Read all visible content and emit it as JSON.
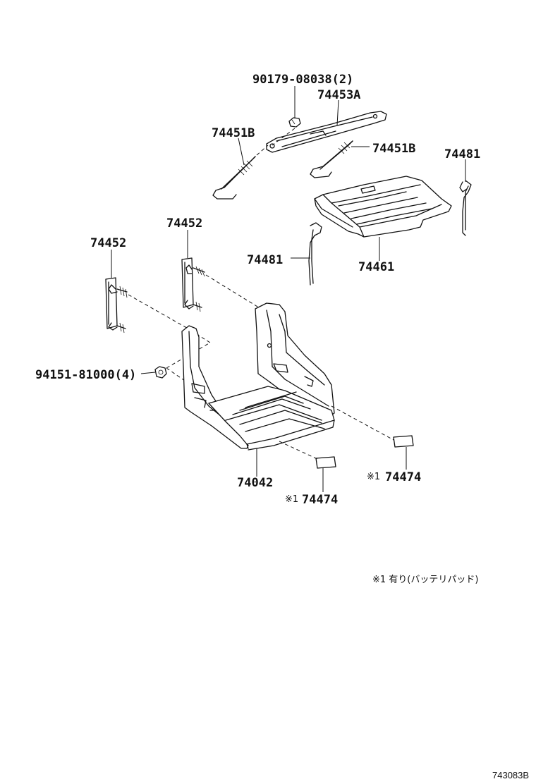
{
  "labels": {
    "p90179": "90179-08038(2)",
    "p74453A": "74453A",
    "p74451B_left": "74451B",
    "p74451B_right": "74451B",
    "p74481_right": "74481",
    "p74452_center": "74452",
    "p74452_left": "74452",
    "p74481_left": "74481",
    "p74461": "74461",
    "p94151": "94151-81000(4)",
    "p74042": "74042",
    "p74474_right": "74474",
    "p74474_bottom": "74474"
  },
  "marks": {
    "mark_right": "※1",
    "mark_bottom": "※1"
  },
  "note": "※1 有り(バッテリパッド)",
  "diagram_code": "743083B"
}
